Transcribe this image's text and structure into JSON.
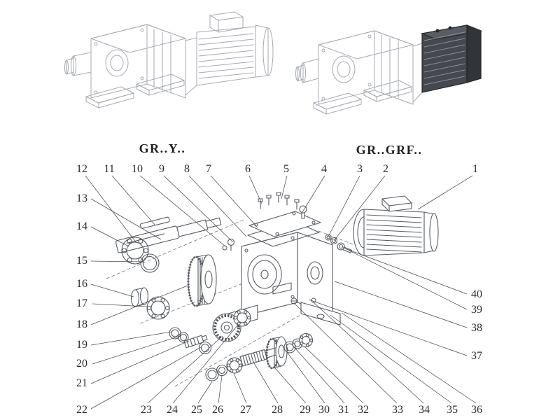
{
  "variant_labels": {
    "left": "GR..Y..",
    "right": "GR..GRF.."
  },
  "callouts": {
    "top": [
      "12",
      "11",
      "10",
      "9",
      "8",
      "7",
      "6",
      "5",
      "4",
      "3",
      "2",
      "1"
    ],
    "left": [
      "13",
      "14",
      "15",
      "16",
      "17",
      "18",
      "19",
      "20",
      "21",
      "22"
    ],
    "bottom": [
      "23",
      "24",
      "25",
      "26",
      "27",
      "28",
      "29",
      "30",
      "31",
      "32",
      "33",
      "34",
      "35",
      "36"
    ],
    "right": [
      "40",
      "39",
      "38",
      "37"
    ]
  },
  "colors": {
    "background": "#ffffff",
    "line_dark": "#565b62",
    "line_light": "#a6aab1",
    "text": "#2b2b2b",
    "motor_block": "#45484e"
  }
}
